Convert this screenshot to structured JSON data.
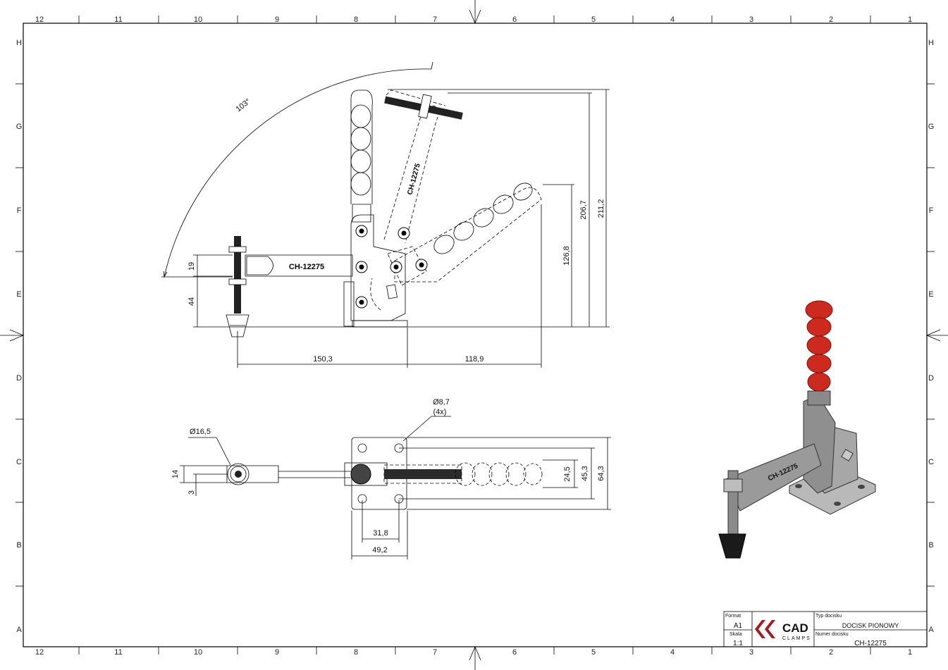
{
  "frame": {
    "top_columns": [
      "12",
      "11",
      "10",
      "9",
      "8",
      "7",
      "6",
      "5",
      "4",
      "3",
      "2",
      "1"
    ],
    "bottom_columns": [
      "12",
      "11",
      "10",
      "9",
      "8",
      "7",
      "6",
      "5",
      "4",
      "3",
      "2",
      "1"
    ],
    "rows": [
      "H",
      "G",
      "F",
      "E",
      "D",
      "C",
      "B",
      "A"
    ]
  },
  "side_view": {
    "angle": "103°",
    "dims": {
      "d19": "19",
      "d44": "44",
      "d150": "150,3",
      "d118": "118,9",
      "d126": "126,8",
      "d206": "206,7",
      "d211": "211,2"
    },
    "arm_marking": "CH-12275"
  },
  "bottom_view": {
    "hole_dia": "Ø8,7",
    "hole_count": "(4x)",
    "spindle_dia": "Ø16,5",
    "dims": {
      "d14": "14",
      "d3": "3",
      "d31": "31,8",
      "d49": "49,2",
      "d24": "24,5",
      "d45": "45,3",
      "d64": "64,3"
    }
  },
  "iso_view": {
    "arm_marking": "CH-12275",
    "handle_color": "#cc2a1e",
    "body_color": "#9a9a9a",
    "tip_color": "#1a1a1a"
  },
  "title_block": {
    "format_label": "Format",
    "format_value": "A1",
    "scale_label": "Skala",
    "scale_value": "1:1",
    "logo_text": "CAD",
    "logo_sub": "CLAMPS",
    "logo_color": "#a01e23",
    "type_label": "Typ docisku",
    "type_value": "DOCISK PIONOWY",
    "number_label": "Numer docisku",
    "number_value": "CH-12275"
  }
}
